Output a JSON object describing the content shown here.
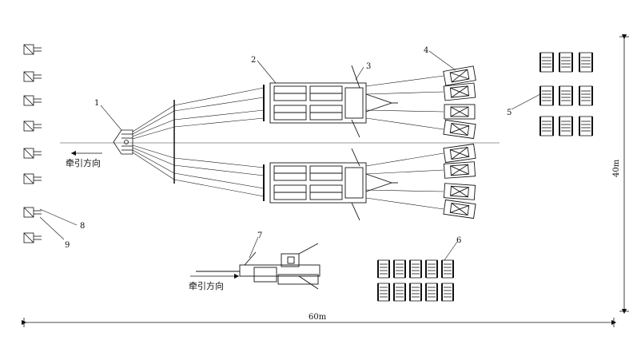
{
  "labels": {
    "n1": "1",
    "n2": "2",
    "n3": "3",
    "n4": "4",
    "n5": "5",
    "n6": "6",
    "n7": "7",
    "n8": "8",
    "n9": "9"
  },
  "direction_text": "牵引方向",
  "dimensions": {
    "width": "60m",
    "height": "40m"
  }
}
